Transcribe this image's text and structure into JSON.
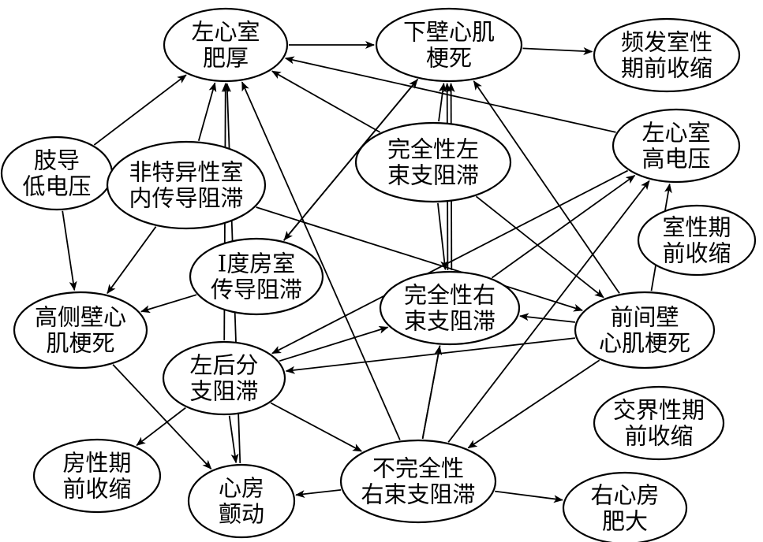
{
  "nodes": [
    {
      "id": "lvh",
      "lines": [
        "左心室",
        "肥厚"
      ]
    },
    {
      "id": "inferior_mi",
      "lines": [
        "下壁心肌",
        "梗死"
      ]
    },
    {
      "id": "freq_pvc",
      "lines": [
        "频发室性",
        "期前收缩"
      ]
    },
    {
      "id": "limb_low_voltage",
      "lines": [
        "肢导",
        "低电压"
      ]
    },
    {
      "id": "nonspecific_ivcd",
      "lines": [
        "非特异性室",
        "内传导阻滞"
      ]
    },
    {
      "id": "clbbb",
      "lines": [
        "完全性左",
        "束支阻滞"
      ]
    },
    {
      "id": "lv_high_voltage",
      "lines": [
        "左心室",
        "高电压"
      ]
    },
    {
      "id": "first_degree_avb",
      "lines": [
        "Ⅰ度房室",
        "传导阻滞"
      ]
    },
    {
      "id": "pvc",
      "lines": [
        "室性期",
        "前收缩"
      ]
    },
    {
      "id": "high_lateral_mi",
      "lines": [
        "高侧壁心",
        "肌梗死"
      ]
    },
    {
      "id": "crbbb",
      "lines": [
        "完全性右",
        "束支阻滞"
      ]
    },
    {
      "id": "anteroseptal_mi",
      "lines": [
        "前间壁",
        "心肌梗死"
      ]
    },
    {
      "id": "lpfb",
      "lines": [
        "左后分",
        "支阻滞"
      ]
    },
    {
      "id": "junctional_pc",
      "lines": [
        "交界性期",
        "前收缩"
      ]
    },
    {
      "id": "apc",
      "lines": [
        "房性期",
        "前收缩"
      ]
    },
    {
      "id": "af",
      "lines": [
        "心房",
        "颤动"
      ]
    },
    {
      "id": "irbbb",
      "lines": [
        "不完全性",
        "右束支阻滞"
      ]
    },
    {
      "id": "rae",
      "lines": [
        "右心房",
        "肥大"
      ]
    }
  ],
  "edges": [
    {
      "from": "lvh",
      "to": "inferior_mi",
      "arrow": true
    },
    {
      "from": "inferior_mi",
      "to": "freq_pvc",
      "arrow": true
    },
    {
      "from": "limb_low_voltage",
      "to": "lvh",
      "arrow": true
    },
    {
      "from": "limb_low_voltage",
      "to": "high_lateral_mi",
      "arrow": true
    },
    {
      "from": "nonspecific_ivcd",
      "to": "lvh",
      "arrow": true
    },
    {
      "from": "nonspecific_ivcd",
      "to": "high_lateral_mi",
      "arrow": true
    },
    {
      "from": "nonspecific_ivcd",
      "to": "anteroseptal_mi",
      "arrow": true
    },
    {
      "from": "lpfb",
      "to": "lvh",
      "arrow": true
    },
    {
      "from": "clbbb",
      "to": "lvh",
      "arrow": true
    },
    {
      "from": "clbbb",
      "to": "inferior_mi",
      "arrow": true
    },
    {
      "from": "crbbb",
      "to": "inferior_mi",
      "arrow": true
    },
    {
      "from": "crbbb",
      "to": "inferior_mi",
      "arrow": true
    },
    {
      "from": "clbbb",
      "to": "crbbb",
      "arrow": true
    },
    {
      "from": "clbbb",
      "to": "anteroseptal_mi",
      "arrow": true
    },
    {
      "from": "lv_high_voltage",
      "to": "lvh",
      "arrow": true
    },
    {
      "from": "lv_high_voltage",
      "to": "lpfb",
      "arrow": true
    },
    {
      "from": "first_degree_avb",
      "to": "high_lateral_mi",
      "arrow": true
    },
    {
      "from": "first_degree_avb",
      "to": "inferior_mi",
      "arrow": true
    },
    {
      "from": "inferior_mi",
      "to": "first_degree_avb",
      "arrow": true
    },
    {
      "from": "lpfb",
      "to": "crbbb",
      "arrow": true
    },
    {
      "from": "anteroseptal_mi",
      "to": "crbbb",
      "arrow": true
    },
    {
      "from": "anteroseptal_mi",
      "to": "lv_high_voltage",
      "arrow": true
    },
    {
      "from": "anteroseptal_mi",
      "to": "lpfb",
      "arrow": true
    },
    {
      "from": "anteroseptal_mi",
      "to": "inferior_mi",
      "arrow": true
    },
    {
      "from": "crbbb",
      "to": "lv_high_voltage",
      "arrow": true
    },
    {
      "from": "anteroseptal_mi",
      "to": "irbbb",
      "arrow": true
    },
    {
      "from": "lpfb",
      "to": "apc",
      "arrow": true
    },
    {
      "from": "lpfb",
      "to": "af",
      "arrow": true
    },
    {
      "from": "lpfb",
      "to": "irbbb",
      "arrow": true
    },
    {
      "from": "high_lateral_mi",
      "to": "af",
      "arrow": true
    },
    {
      "from": "irbbb",
      "to": "af",
      "arrow": true
    },
    {
      "from": "irbbb",
      "to": "rae",
      "arrow": true
    },
    {
      "from": "irbbb",
      "to": "crbbb",
      "arrow": true
    },
    {
      "from": "irbbb",
      "to": "lvh",
      "arrow": true
    },
    {
      "from": "irbbb",
      "to": "lv_high_voltage",
      "arrow": true
    },
    {
      "from": "af",
      "to": "lvh",
      "arrow": true
    },
    {
      "from": "crbbb",
      "to": "irbbb",
      "arrow": false
    }
  ]
}
